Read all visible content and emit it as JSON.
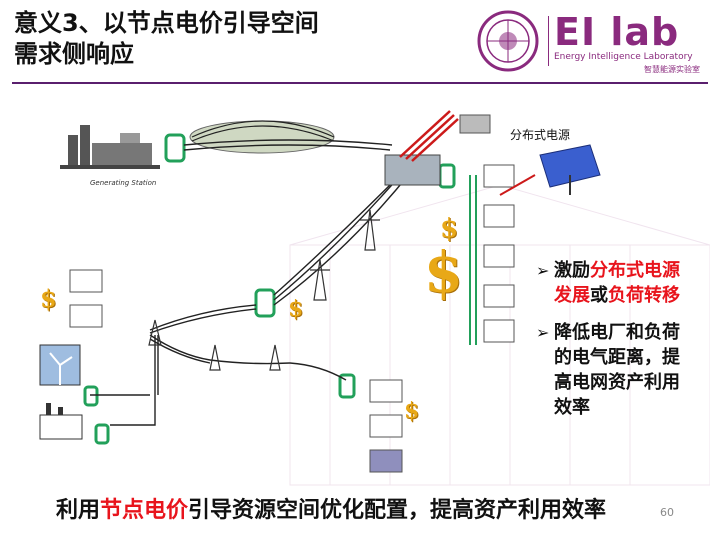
{
  "header": {
    "title_line1": "意义3、以节点电价引导空间",
    "title_line2": "需求侧响应",
    "brand_color": "#8a2a7e"
  },
  "logo": {
    "brand": "EI lab",
    "subtitle": "Energy Intelligence Laboratory",
    "cn_name": "智慧能源实验室"
  },
  "diagram": {
    "generating_station_label": "Generating Station",
    "distributed_label": "分布式电源",
    "dollar_symbol": "$"
  },
  "bullets": [
    {
      "prefix": "激励",
      "highlight1": "分布式电源",
      "line2_highlight": "发展",
      "mid": "或",
      "highlight2": "负荷转移"
    },
    {
      "text_line1": "降低电厂和负荷",
      "text_line2": "的电气距离，提",
      "text_line3": "高电网资产利用",
      "text_line4": "效率"
    }
  ],
  "bullet_mark": "➢",
  "footer": {
    "part1": "利用",
    "highlight": "节点电价",
    "part2": "引导资源空间优化配置，提高资产利用效率"
  },
  "page_number": "60"
}
